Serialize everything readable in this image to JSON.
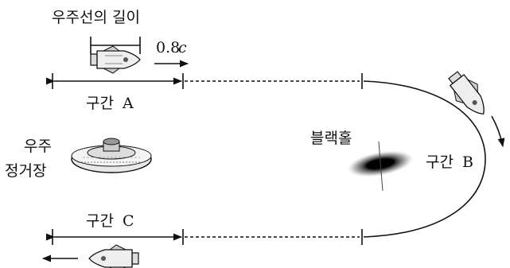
{
  "labels": {
    "ship_length": "우주선의 길이",
    "speed_num": "0.8",
    "speed_c": "c",
    "section_a_prefix": "구간 ",
    "section_a_letter": "A",
    "section_b_prefix": "구간 ",
    "section_b_letter": "B",
    "section_c_prefix": "구간 ",
    "section_c_letter": "C",
    "station_line1": "우주",
    "station_line2": "정거장",
    "black_hole": "블랙홀"
  }
}
